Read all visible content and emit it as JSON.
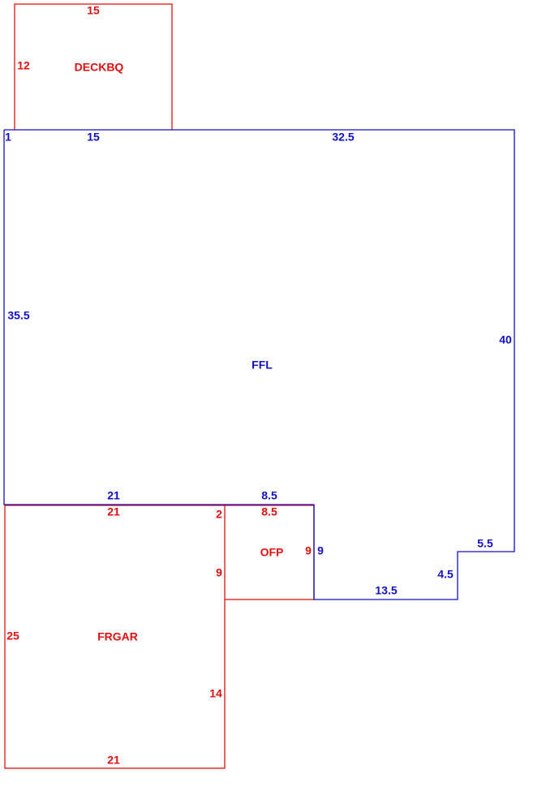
{
  "colors": {
    "main_area": "#1010c8",
    "attached_areas": "#e01010"
  },
  "areas": {
    "deck": {
      "label": "DECKBQ",
      "dims": {
        "top": "15",
        "left": "12"
      }
    },
    "ffl": {
      "label": "FFL",
      "dims": {
        "corner": "1",
        "top_left": "15",
        "top_right": "32.5",
        "left": "35.5",
        "right": "40",
        "bottom_left": "21",
        "bottom_mid": "8.5",
        "ofp_right": "9",
        "bottom_right": "13.5",
        "step_vertical": "4.5",
        "step_horizontal": "5.5"
      }
    },
    "ofp": {
      "label": "OFP",
      "dims": {
        "top": "8.5",
        "left_top": "2",
        "right": "9"
      }
    },
    "garage": {
      "label": "FRGAR",
      "dims": {
        "top": "21",
        "left": "25",
        "right_upper": "9",
        "right_lower": "14",
        "bottom": "21"
      }
    }
  }
}
